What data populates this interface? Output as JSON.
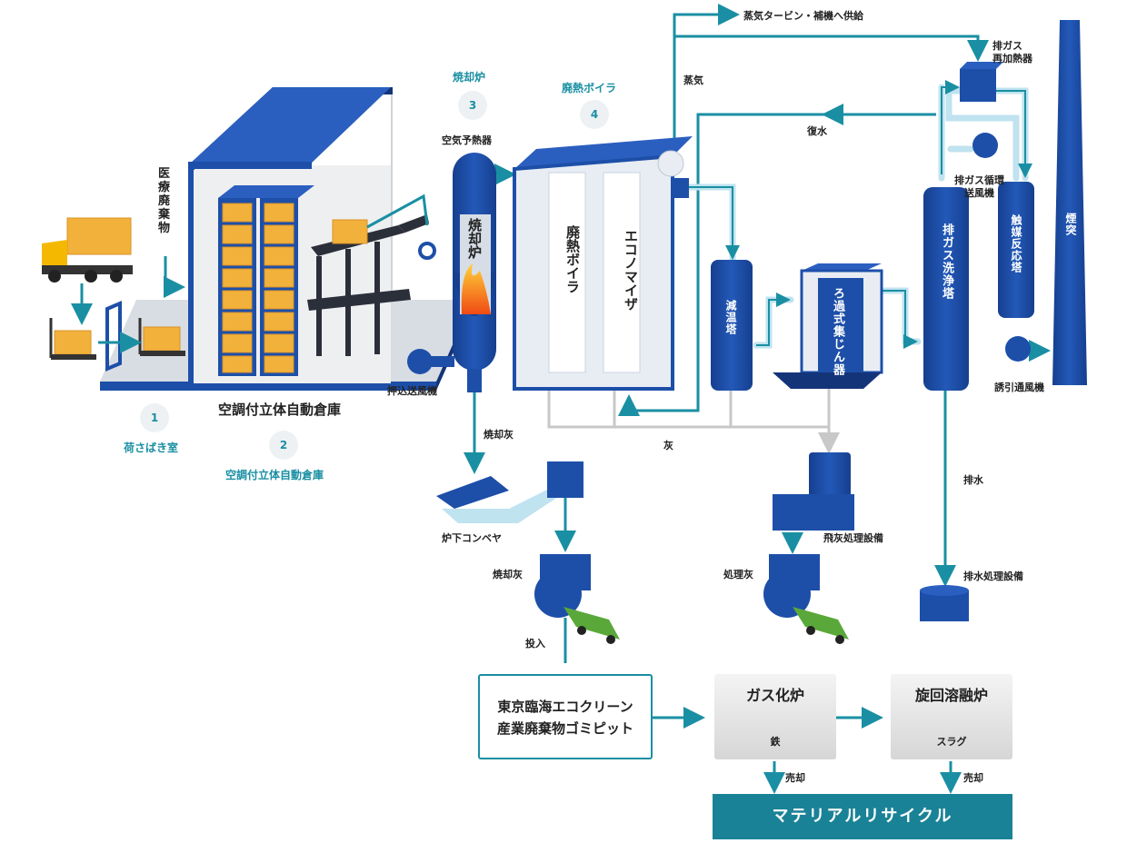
{
  "labels": {
    "medical_waste": "医療廃棄物",
    "warehouse": "空調付立体自動倉庫",
    "step1_num": "1",
    "step1_name": "荷さばき室",
    "step2_num": "2",
    "step2_name": "空調付立体自動倉庫",
    "incinerator_title": "焼却炉",
    "step3_num": "3",
    "air_preheater": "空気予熱器",
    "incinerator_body": "焼却炉",
    "boiler_title": "廃熱ボイラ",
    "step4_num": "4",
    "boiler_body": "廃熱ボイラ",
    "economizer": "エコノマイザ",
    "steam": "蒸気",
    "steam_supply": "蒸気タービン・補機へ供給",
    "return_water": "復水",
    "reheater": "排ガス\n再加熱器",
    "recirc_fan": "排ガス循環\n送風機",
    "cooling_tower": "減温塔",
    "bag_filter": "ろ過式集じん器",
    "scrubber": "排ガス洗浄塔",
    "catalyst": "触媒反応塔",
    "chimney": "煙突",
    "id_fan": "誘引通風機",
    "fd_fan": "押込送風機",
    "ash": "灰",
    "bottom_ash_1": "焼却灰",
    "conveyor": "炉下コンベヤ",
    "bottom_ash_2": "焼却灰",
    "input": "投入",
    "fly_ash_plant": "飛灰処理設備",
    "treated_ash": "処理灰",
    "drainage": "排水",
    "drainage_plant": "排水処理設備",
    "pit": "東京臨海エコクリーン\n産業廃棄物ゴミピット",
    "gasifier": "ガス化炉",
    "iron": "鉄",
    "melter": "旋回溶融炉",
    "slag": "スラグ",
    "sale1": "売却",
    "sale2": "売却",
    "banner": "マテリアルリサイクル"
  },
  "colors": {
    "teal": "#1a8fa3",
    "equipment_blue": "#1d4fa8",
    "equipment_dark": "#14347a",
    "light_blue": "#bfe3ef",
    "ash_line": "#c8c8c8",
    "box_orange": "#f2b13a",
    "truck_yellow": "#f5b800",
    "truck_green": "#5aa83a",
    "banner": "#1a8296"
  },
  "icons": [
    "truck-icon",
    "cart-icon",
    "cardboard-box-icon",
    "fire-icon",
    "fan-icon",
    "garbage-truck-icon",
    "iron-scrap-icon",
    "slag-pile-icon"
  ]
}
